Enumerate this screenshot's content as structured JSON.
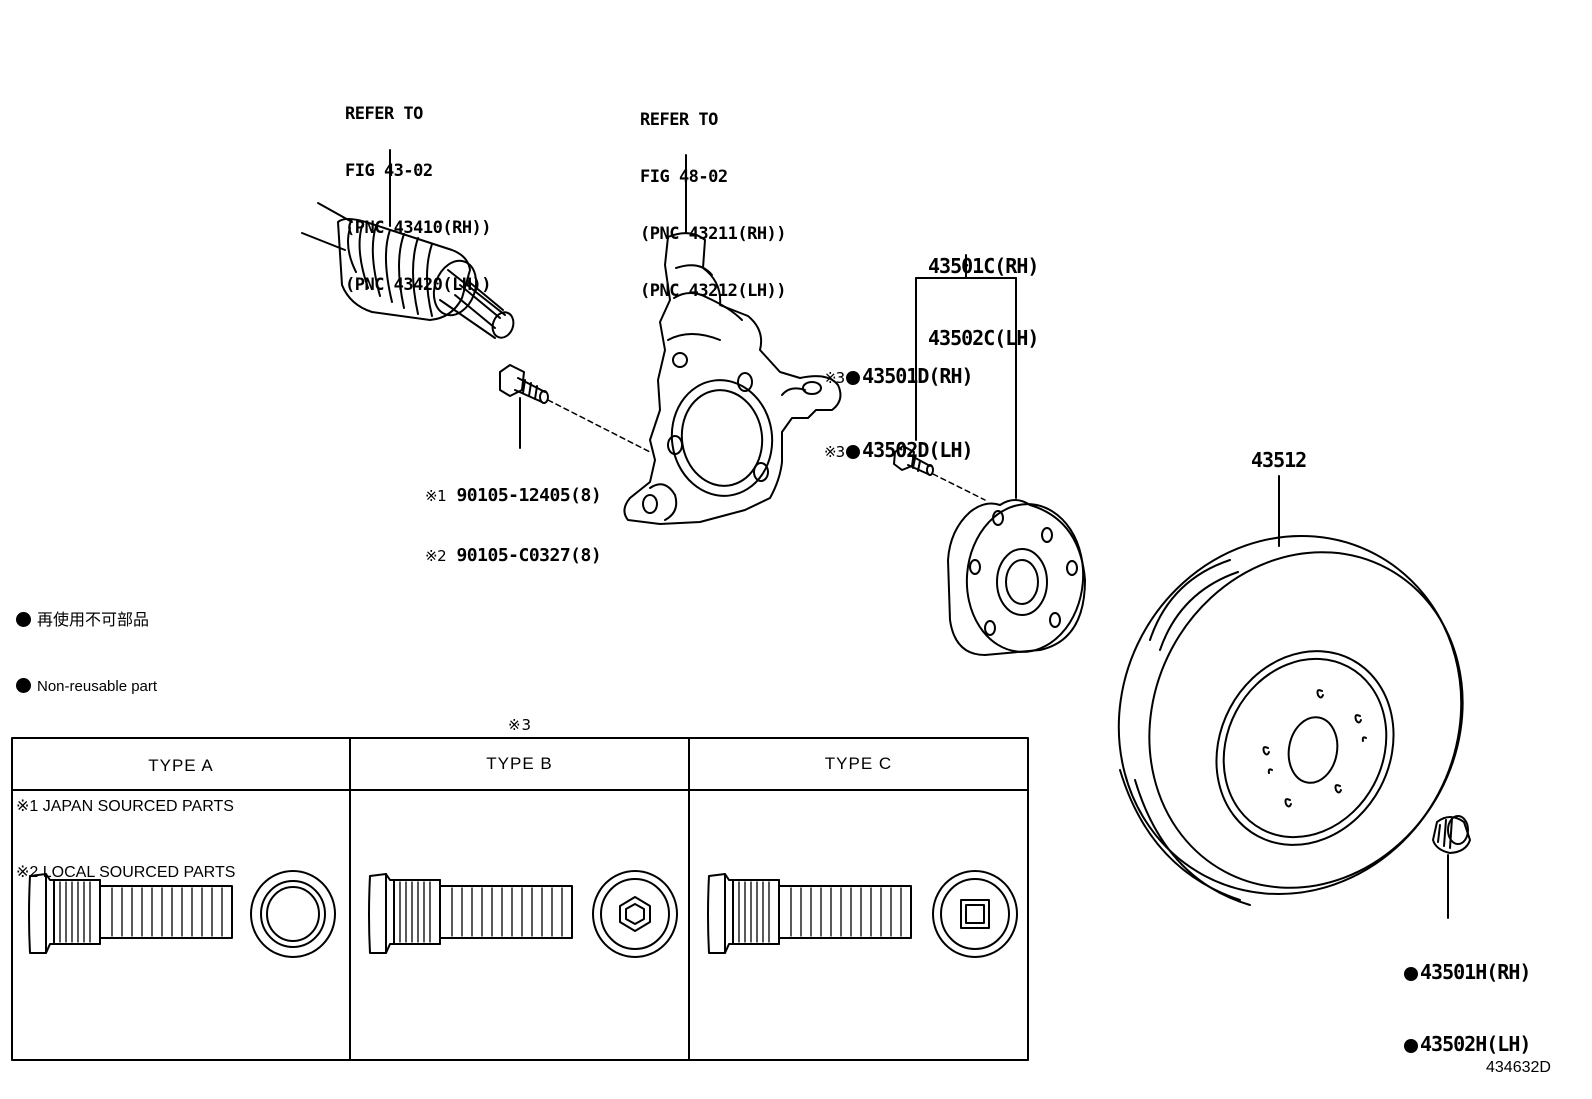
{
  "callouts": {
    "driveshaft": [
      "REFER TO",
      "FIG 43-02",
      "(PNC 43410(RH))",
      "(PNC 43420(LH))"
    ],
    "knuckle": [
      "REFER TO",
      "FIG 48-02",
      "(PNC 43211(RH))",
      "(PNC 43212(LH))"
    ],
    "hub_assy": [
      "43501C(RH)",
      "43502C(LH)"
    ],
    "hub_bolt": [
      "43501D(RH)",
      "43502D(LH)"
    ],
    "bolt": [
      "90105-12405(8)",
      "90105-C0327(8)"
    ],
    "rotor": "43512",
    "hub_nut": [
      "43501H(RH)",
      "43502H(LH)"
    ]
  },
  "marks": {
    "m1": "※1",
    "m2": "※2",
    "m3": "※3"
  },
  "legend": {
    "non_reusable_jp": "再使用不可部品",
    "non_reusable_en": "Non-reusable part",
    "note1": "※1 JAPAN SOURCED PARTS",
    "note2": "※2 LOCAL SOURCED PARTS"
  },
  "types_table": {
    "marker": "※3",
    "headers": [
      "TYPE A",
      "TYPE B",
      "TYPE C"
    ]
  },
  "drawing_id": "434632D"
}
